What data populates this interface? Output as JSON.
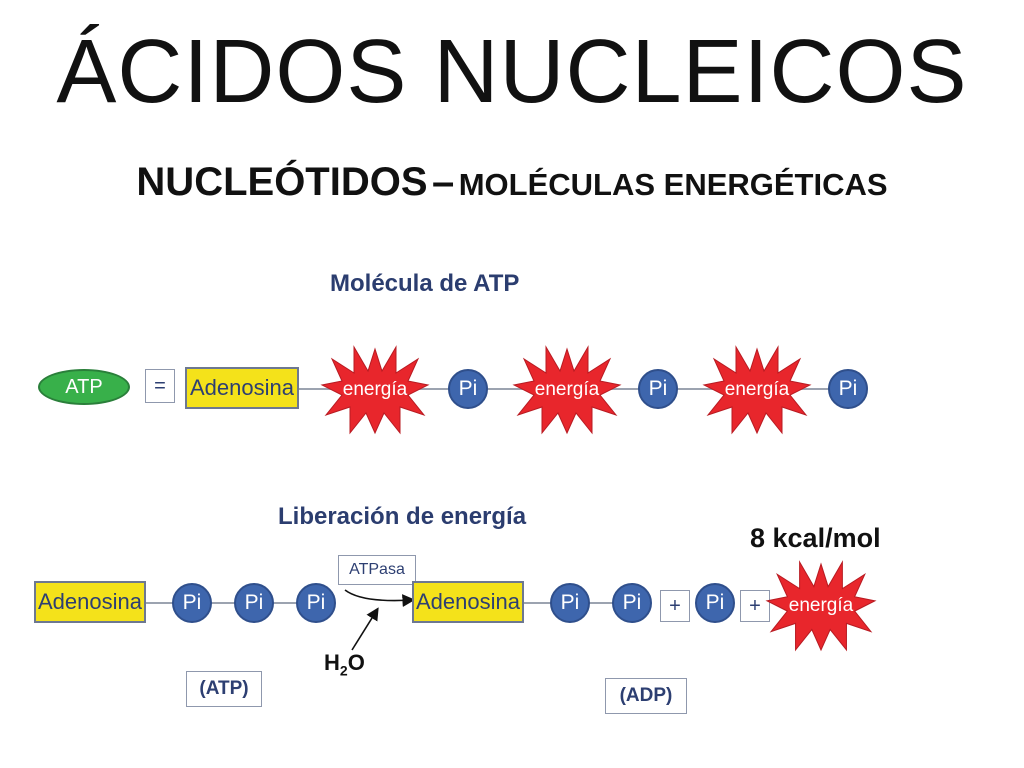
{
  "title": "ÁCIDOS NUCLEICOS",
  "subtitle": {
    "main": "NUCLEÓTIDOS",
    "dash": "–",
    "secondary": "MOLÉCULAS ENERGÉTICAS"
  },
  "atp_section": {
    "heading": "Molécula de ATP",
    "atp_label": "ATP",
    "equals": "=",
    "adenosina": "Adenosina",
    "energia": "energía",
    "pi": "Pi"
  },
  "release_section": {
    "heading": "Liberación de energía",
    "adenosina": "Adenosina",
    "pi": "Pi",
    "enzyme": "ATPasa",
    "water": "H",
    "water_sub": "2",
    "water_end": "O",
    "plus": "+",
    "energia": "energía",
    "energy_value": "8 kcal/mol",
    "atp_tag": "(ATP)",
    "adp_tag": "(ADP)"
  },
  "colors": {
    "star": "#e8262c",
    "pi": "#3e66ad",
    "adenosina": "#f4e21a",
    "atp": "#38b04a",
    "heading": "#2b3d6f"
  }
}
